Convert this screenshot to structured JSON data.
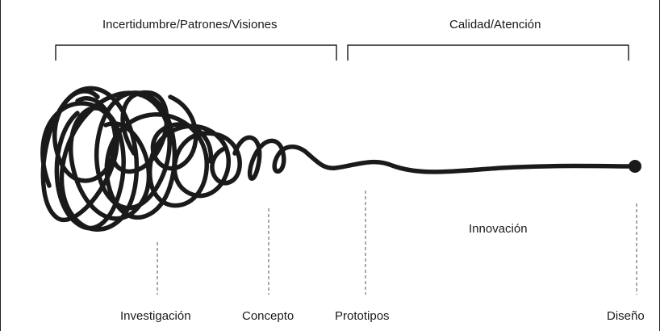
{
  "brackets": [
    {
      "label": "Incertidumbre/Patrones/Visiones"
    },
    {
      "label": "Calidad/Atención"
    }
  ],
  "stages": [
    {
      "label": "Investigación"
    },
    {
      "label": "Concepto"
    },
    {
      "label": "Prototipos"
    },
    {
      "label": "Diseño"
    }
  ],
  "middle_label": "Innovación",
  "colors": {
    "line": "#1a1a1a",
    "dashed": "#555555"
  }
}
